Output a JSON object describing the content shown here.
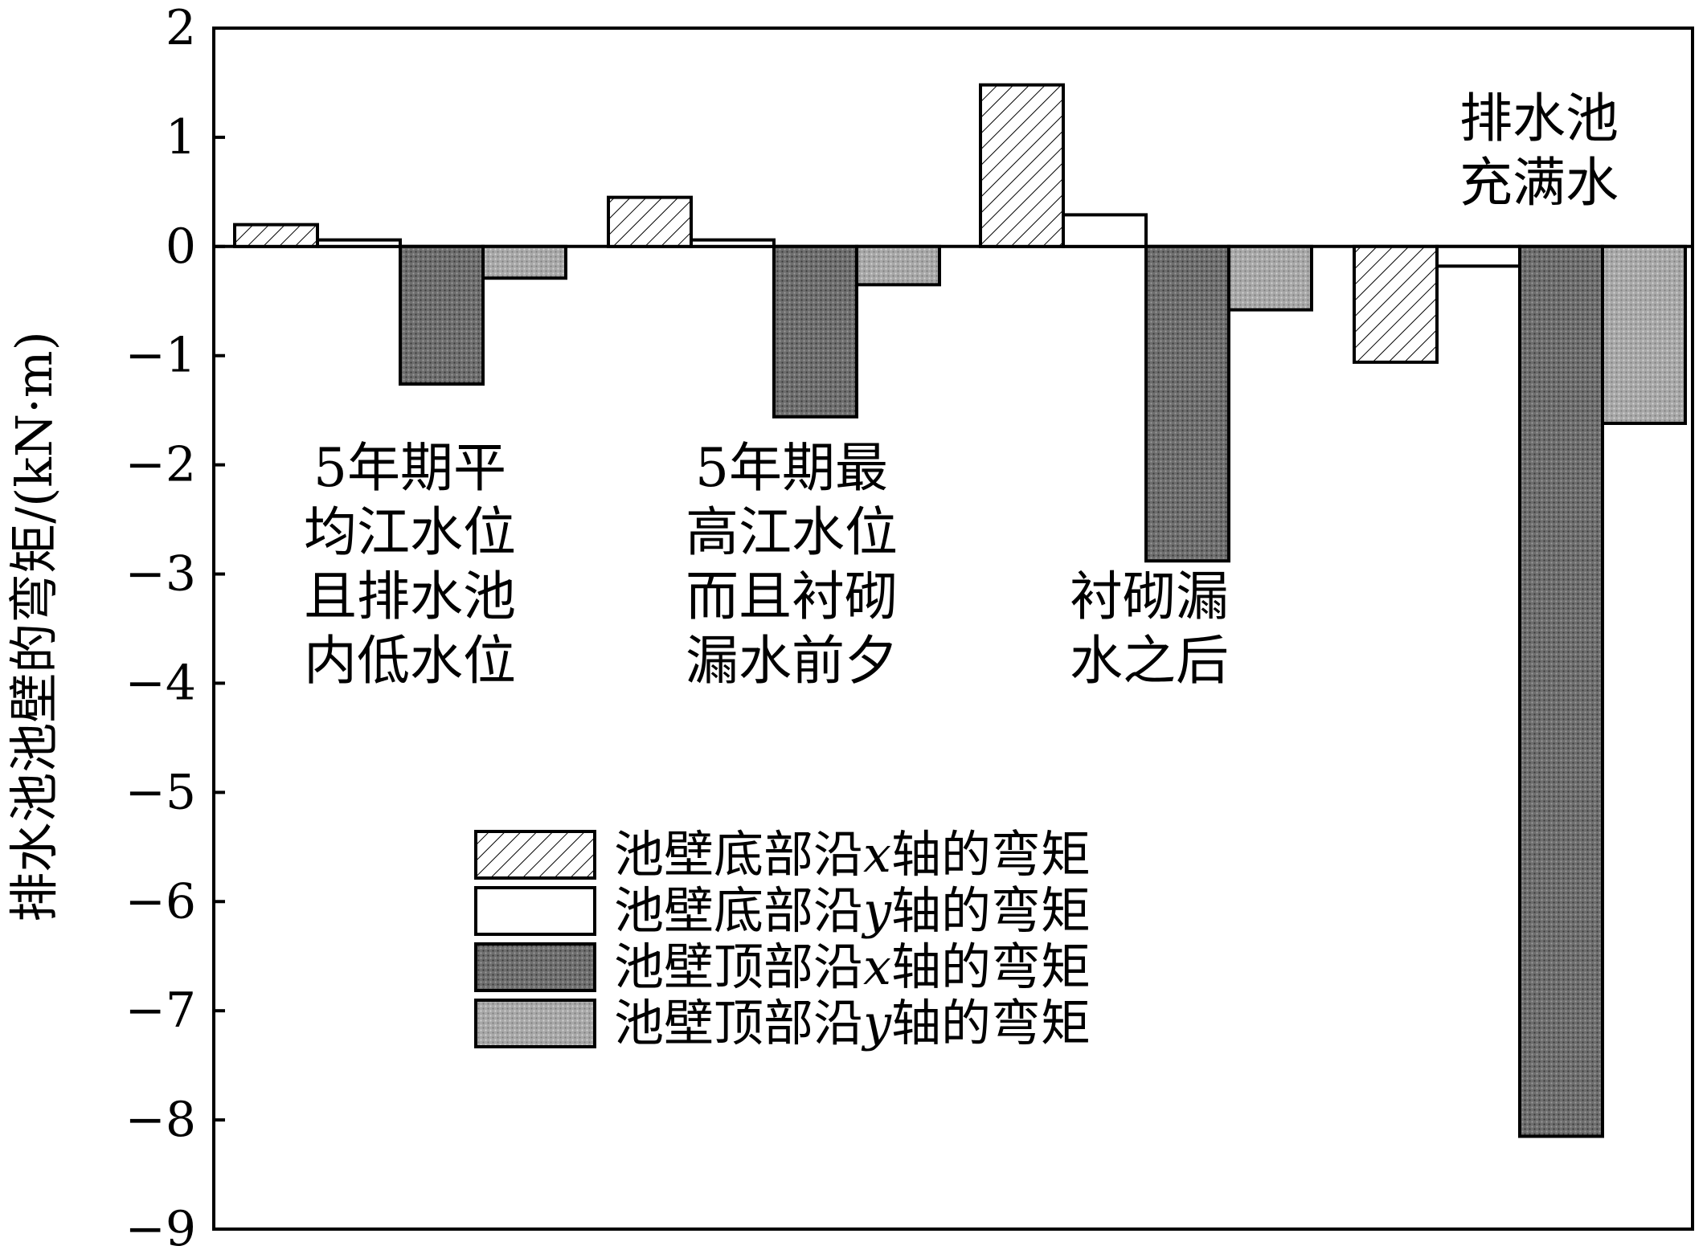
{
  "chart_data": {
    "type": "bar",
    "title": "",
    "xlabel": "",
    "ylabel": "排水池池壁的弯矩/(kN·m)",
    "ylim": [
      -9,
      2
    ],
    "yticks": [
      2,
      1,
      0,
      -1,
      -2,
      -3,
      -4,
      -5,
      -6,
      -7,
      -8,
      -9
    ],
    "ytick_labels": [
      "2",
      "1",
      "0",
      "−1",
      "−2",
      "−3",
      "−4",
      "−5",
      "−6",
      "−7",
      "−8",
      "−9"
    ],
    "grid": false,
    "legend_position": "lower-center",
    "categories": [
      "5年期平均江水位且排水池内低水位",
      "5年期最高江水位而且衬砌漏水前夕",
      "衬砌漏水之后",
      "排水池充满水"
    ],
    "category_annotations": [
      [
        "5年期平",
        "均江水位",
        "且排水池",
        "内低水位"
      ],
      [
        "5年期最",
        "高江水位",
        "而且衬砌",
        "漏水前夕"
      ],
      [
        "衬砌漏",
        "水之后"
      ],
      [
        "排水池",
        "充满水"
      ]
    ],
    "series": [
      {
        "name": "池壁底部沿x轴的弯矩",
        "legend_prefix": "池壁底部沿",
        "legend_var": "x",
        "legend_suffix": "轴的弯矩",
        "pattern": "hatch",
        "values": [
          0.2,
          0.45,
          1.48,
          -1.06
        ]
      },
      {
        "name": "池壁底部沿y轴的弯矩",
        "legend_prefix": "池壁底部沿",
        "legend_var": "y",
        "legend_suffix": "轴的弯矩",
        "pattern": "white",
        "values": [
          0.06,
          0.06,
          0.29,
          -0.18
        ]
      },
      {
        "name": "池壁顶部沿x轴的弯矩",
        "legend_prefix": "池壁顶部沿",
        "legend_var": "x",
        "legend_suffix": "轴的弯矩",
        "pattern": "dark-dots",
        "values": [
          -1.26,
          -1.56,
          -2.88,
          -8.15
        ]
      },
      {
        "name": "池壁顶部沿y轴的弯矩",
        "legend_prefix": "池壁顶部沿",
        "legend_var": "y",
        "legend_suffix": "轴的弯矩",
        "pattern": "light-dots",
        "values": [
          -0.29,
          -0.35,
          -0.58,
          -1.62
        ]
      }
    ]
  }
}
